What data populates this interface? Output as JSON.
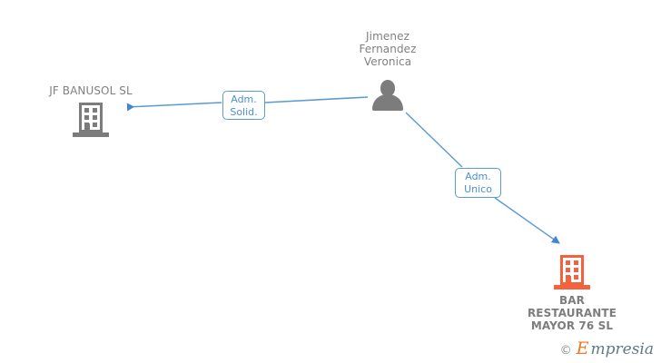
{
  "diagram": {
    "type": "org-relationship-chart",
    "background_color": "#ffffff",
    "edge_color": "#5a9bd5",
    "person_color": "#7c7c7c",
    "company_gray_color": "#7c7c7c",
    "company_orange_color": "#f4613c",
    "text_color": "#808080"
  },
  "nodes": {
    "person": {
      "label": "Jimenez\nFernandez\nVeronica",
      "icon": "person-icon"
    },
    "company_left": {
      "label": "JF BANUSOL  SL",
      "icon": "building-icon"
    },
    "company_bottom_right": {
      "label": "BAR\nRESTAURANTE\nMAYOR 76 SL",
      "icon": "building-icon"
    }
  },
  "edges": [
    {
      "id": "edge-adm-solid",
      "from": "person",
      "to": "company_left",
      "label": "Adm.\nSolid."
    },
    {
      "id": "edge-adm-unico",
      "from": "person",
      "to": "company_bottom_right",
      "label": "Adm.\nUnico"
    }
  ],
  "watermark": {
    "copyright": "©",
    "brand_initial": "E",
    "brand_rest": "mpresia"
  }
}
